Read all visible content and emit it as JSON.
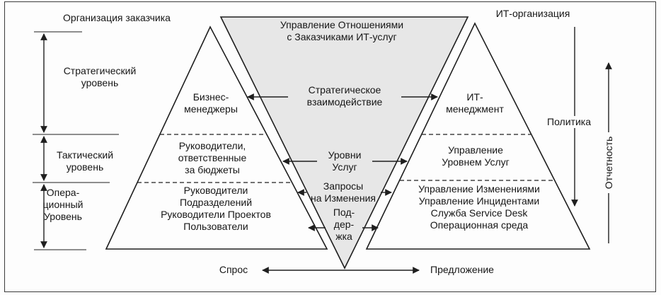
{
  "header": {
    "customer_org": "Организация заказчика",
    "it_org": "ИТ-организация"
  },
  "center_triangle": {
    "title": "Управление Отношениями\nс Заказчиками ИТ-услуг",
    "strategic_interaction": "Стратегическое\nвзаимодействие",
    "service_levels": "Уровни\nУслуг",
    "change_requests": "Запросы\nна Изменения",
    "support": "Под-\nдер-\nжка"
  },
  "customer_triangle": {
    "strategic": "Бизнес-\nменеджеры",
    "tactical": "Руководители,\nответственные\nза бюджеты",
    "operational": "Руководители\nПодразделений\nРуководители Проектов\nПользователи"
  },
  "it_triangle": {
    "strategic": "ИТ-\nменеджмент",
    "tactical": "Управление\nУровнем Услуг",
    "operational": "Управление Изменениями\nУправление Инцидентами\nСлужба Service Desk\nОперационная среда"
  },
  "levels": {
    "strategic": "Стратегический\nуровень",
    "tactical": "Тактический\nуровень",
    "operational": "Опера-\nционный\nУровень"
  },
  "right_flow": {
    "policy": "Политика",
    "reporting": "Отчетность"
  },
  "bottom_flow": {
    "demand": "Спрос",
    "supply": "Предложение"
  },
  "colors": {
    "triangle_fill": "#e7e7e7",
    "line": "#1f1f1f"
  }
}
